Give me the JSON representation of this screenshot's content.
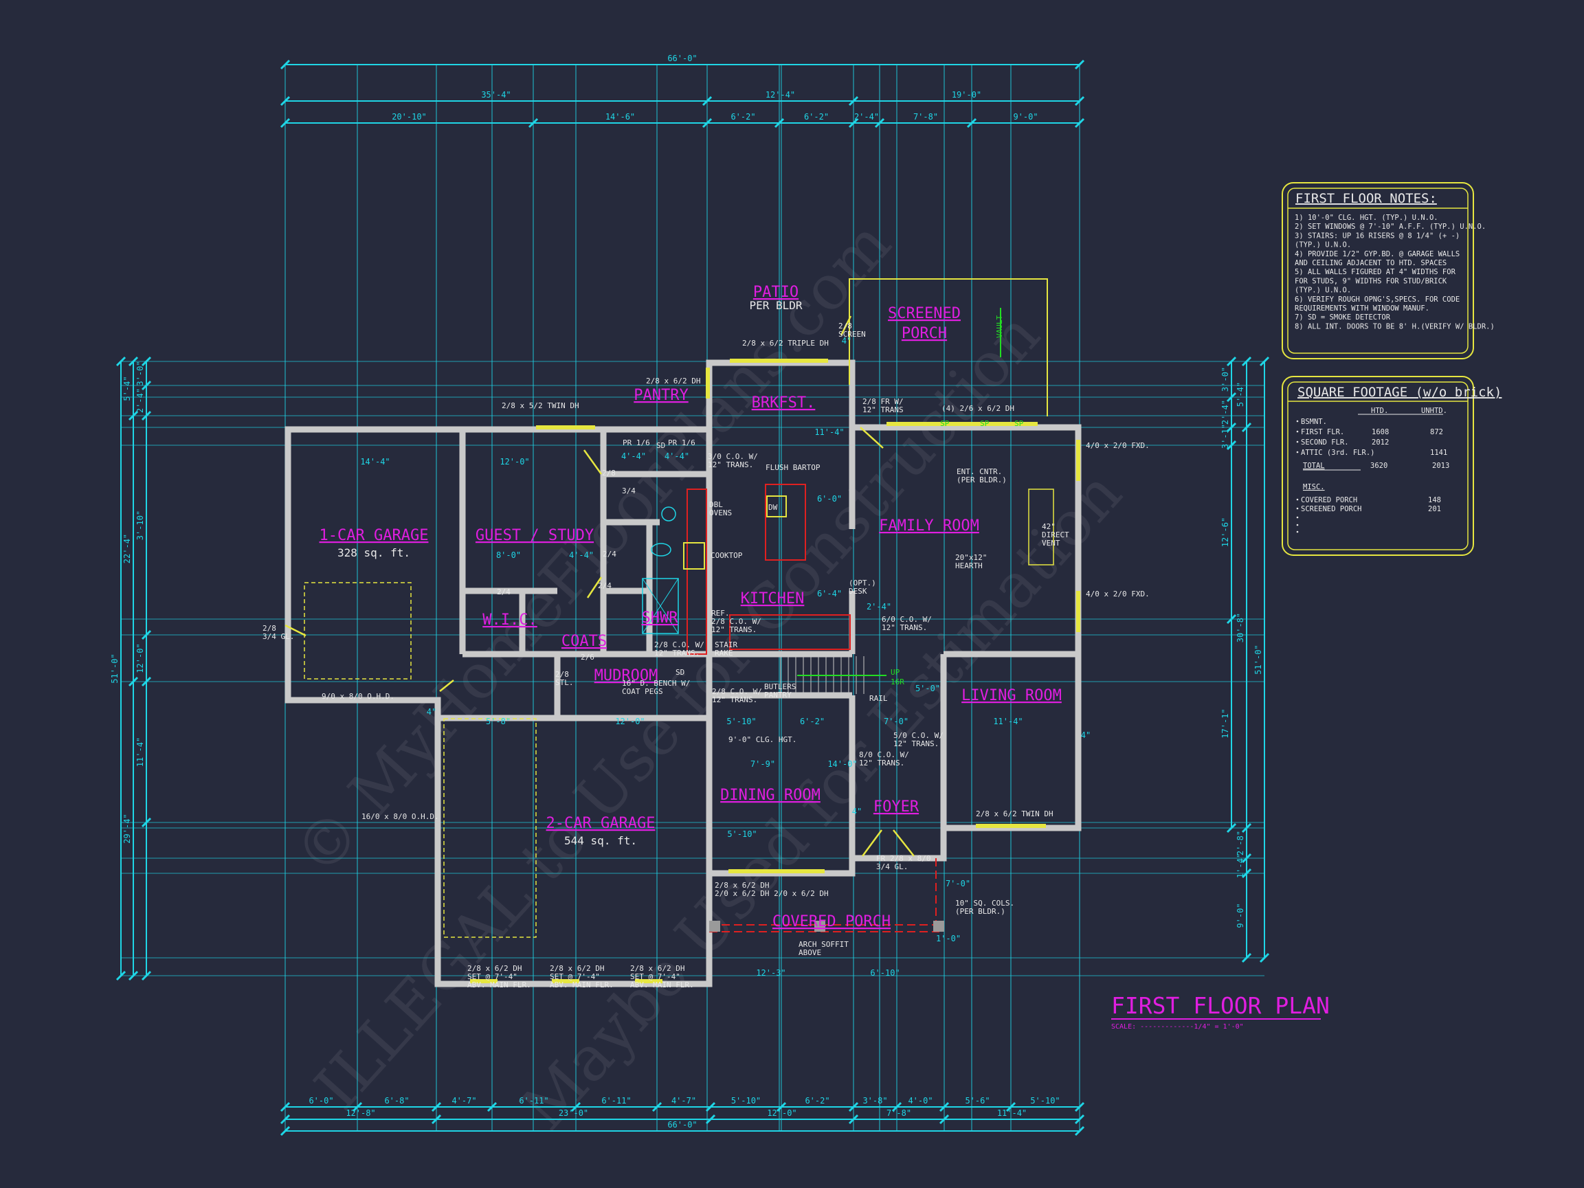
{
  "title": "FIRST FLOOR PLAN",
  "scale": "SCALE: -------------1/4\" = 1'-0\"",
  "colors": {
    "background": "#262a3c",
    "dimension": "#1fd6e6",
    "room_label": "#e01ee0",
    "window_door": "#e6e640",
    "cabinet": "#e02020",
    "stair_arrow": "#22dd22",
    "wall": "#c9c9c9"
  },
  "watermarks": [
    "© MyHomeFloorPlans.com",
    "ILLEGAL to Use for Construction",
    "Maybe Used for Estimation"
  ],
  "rooms": [
    {
      "name": "1-CAR GARAGE",
      "sub": "328 sq. ft."
    },
    {
      "name": "GUEST / STUDY"
    },
    {
      "name": "PATIO",
      "sub": "PER BLDR"
    },
    {
      "name": "SCREENED"
    },
    {
      "name": "PORCH"
    },
    {
      "name": "BRKFST."
    },
    {
      "name": "FAMILY ROOM"
    },
    {
      "name": "KITCHEN"
    },
    {
      "name": "LIVING ROOM"
    },
    {
      "name": "DINING ROOM"
    },
    {
      "name": "FOYER"
    },
    {
      "name": "2-CAR GARAGE",
      "sub": "544 sq. ft."
    },
    {
      "name": "COVERED PORCH"
    },
    {
      "name": "MUDROOM"
    },
    {
      "name": "W.I.C."
    },
    {
      "name": "COATS"
    },
    {
      "name": "SHWR"
    },
    {
      "name": "PANTRY"
    }
  ],
  "annotations": [
    {
      "lines": [
        "2/8 x 6/2 TRIPLE DH"
      ]
    },
    {
      "lines": [
        "2/8",
        "SCREEN"
      ]
    },
    {
      "lines": [
        "2/8 x 6/2 DH"
      ]
    },
    {
      "lines": [
        "2/8 x 5/2 TWIN DH"
      ]
    },
    {
      "lines": [
        "2/8 FR W/",
        "12\" TRANS"
      ]
    },
    {
      "lines": [
        "(4) 2/6 x 6/2 DH"
      ]
    },
    {
      "lines": [
        "4/0 x 2/0 FXD."
      ]
    },
    {
      "lines": [
        "4/0 x 2/0 FXD."
      ]
    },
    {
      "lines": [
        "3/0 C.O. W/",
        "12\" TRANS."
      ]
    },
    {
      "lines": [
        "FLUSH BARTOP"
      ]
    },
    {
      "lines": [
        "DBL",
        "OVENS"
      ]
    },
    {
      "lines": [
        "COOKTOP"
      ]
    },
    {
      "lines": [
        "ENT. CNTR.",
        "(PER BLDR.)"
      ]
    },
    {
      "lines": [
        "42\"",
        "DIRECT",
        "VENT"
      ]
    },
    {
      "lines": [
        "20\"x12\"",
        "HEARTH"
      ]
    },
    {
      "lines": [
        "(OPT.)",
        "DESK"
      ]
    },
    {
      "lines": [
        "REF.",
        "2/8 C.O. W/",
        "12\" TRANS."
      ]
    },
    {
      "lines": [
        "6/0 C.O. W/",
        "12\" TRANS."
      ]
    },
    {
      "lines": [
        "2/8 C.O. W/",
        "12\" TRANS."
      ]
    },
    {
      "lines": [
        "STAIR",
        "RAKE"
      ]
    },
    {
      "lines": [
        "2/8 C.O. W/",
        "12\" TRANS."
      ]
    },
    {
      "lines": [
        "BUTLERS",
        "PANTRY"
      ]
    },
    {
      "lines": [
        "RAIL"
      ]
    },
    {
      "lines": [
        "9'-0\" CLG. HGT."
      ]
    },
    {
      "lines": [
        "5/0 C.O. W/",
        "12\" TRANS."
      ]
    },
    {
      "lines": [
        "8/0 C.O. W/",
        "12\" TRANS."
      ]
    },
    {
      "lines": [
        "2/8 x 6/2 TWIN DH"
      ]
    },
    {
      "lines": [
        "FR 2/8 x 8/0",
        "3/4 GL."
      ]
    },
    {
      "lines": [
        "2/8 x 6/2 DH",
        "2/0 x 6/2 DH   2/0 x 6/2 DH"
      ]
    },
    {
      "lines": [
        "10\" SQ. COLS.",
        "(PER BLDR.)"
      ]
    },
    {
      "lines": [
        "ARCH SOFFIT",
        "ABOVE"
      ]
    },
    {
      "lines": [
        "2/8 x 6/2 DH",
        "SET @ 7'-4\"",
        "ABV. MAIN FLR."
      ]
    },
    {
      "lines": [
        "2/8 x 6/2 DH",
        "SET @ 7'-4\"",
        "ABV. MAIN FLR."
      ]
    },
    {
      "lines": [
        "2/8 x 6/2 DH",
        "SET @ 7'-4\"",
        "ABV. MAIN FLR."
      ]
    },
    {
      "lines": [
        "9/0 x 8/0 O.H.D."
      ]
    },
    {
      "lines": [
        "16/0 x 8/0 O.H.D."
      ]
    },
    {
      "lines": [
        "2/8",
        "3/4 GL."
      ]
    },
    {
      "lines": [
        "16\" D. BENCH W/",
        "COAT PEGS"
      ]
    },
    {
      "lines": [
        "2/8",
        "STL."
      ]
    },
    {
      "lines": [
        "PR 1/6"
      ]
    },
    {
      "lines": [
        "PR 1/6"
      ]
    },
    {
      "lines": [
        "SD"
      ]
    },
    {
      "lines": [
        "SD"
      ]
    },
    {
      "lines": [
        "DW"
      ]
    },
    {
      "lines": [
        "2/8"
      ]
    },
    {
      "lines": [
        "3/4"
      ]
    },
    {
      "lines": [
        "2/4"
      ]
    },
    {
      "lines": [
        "2/4"
      ]
    },
    {
      "lines": [
        "2/4"
      ]
    },
    {
      "lines": [
        "2/6"
      ]
    }
  ],
  "green_labels": [
    {
      "lines": [
        "UP",
        "16R"
      ]
    },
    {
      "lines": [
        "VAULT"
      ]
    },
    {
      "lines": [
        "SP"
      ]
    },
    {
      "lines": [
        "SP"
      ]
    },
    {
      "lines": [
        "SP"
      ]
    }
  ],
  "interior_dims": [
    "14'-4\"",
    "12'-0\"",
    "8'-0\"",
    "4'-4\"",
    "5'-8\"",
    "12'-0\"",
    "5'-10\"",
    "6'-2\"",
    "7'-0\"",
    "11'-4\"",
    "12'-3\"",
    "6'-10\"",
    "5'-0\"",
    "11'-4\"",
    "6'-0\"",
    "6'-4\"",
    "4'-4\"",
    "4'-4\"",
    "1'-0\"",
    "14'-0\"",
    "7'-0\"",
    "5'-10\"",
    "7'-9\"",
    "2'-4\"",
    "4\"",
    "4\"",
    "4\"",
    "4\""
  ],
  "dimensions": {
    "top": [
      [
        "66'-0\""
      ],
      [
        "35'-4\"",
        "12'-4\"",
        "19'-0\""
      ],
      [
        "20'-10\"",
        "14'-6\"",
        "6'-2\"",
        "6'-2\"",
        "2'-4\"",
        "7'-8\"",
        "9'-0\""
      ]
    ],
    "bottom": [
      [
        "6'-0\"",
        "6'-8\"",
        "4'-7\"",
        "6'-11\"",
        "6'-11\"",
        "4'-7\"",
        "5'-10\"",
        "6'-2\"",
        "3'-8\"",
        "4'-0\"",
        "5'-6\"",
        "5'-10\""
      ],
      [
        "12'-8\"",
        "23'-0\"",
        "12'-0\"",
        "7'-8\"",
        "11'-4\""
      ],
      [
        "66'-0\""
      ]
    ],
    "left": [
      [
        "51'-0\""
      ],
      [
        "5'-4\"",
        "22'-4\"",
        "29'-4\""
      ],
      [
        "3'-0\"",
        "2'-4\"",
        "3'-10\"",
        "12'-0\"",
        "11'-4\""
      ]
    ],
    "right": [
      [
        "3'-0\"",
        "2'-4\"",
        "3'-1\"",
        "12'-6\"",
        "17'-1\""
      ],
      [
        "5'-4\"",
        "30'-8\"",
        "2'-8\"",
        "1'-4\"",
        "9'-0\""
      ],
      [
        "51'-0\""
      ]
    ]
  },
  "notes": {
    "title": "FIRST FLOOR NOTES:",
    "items": [
      "1) 10'-0\"  CLG. HGT. (TYP.) U.N.O.",
      "2) SET WINDOWS @ 7'-10\" A.F.F. (TYP.) U.N.O.",
      "3) STAIRS: UP 16 RISERS @ 8 1/4\" (+ -)",
      "   (TYP.) U.N.O.",
      "4) PROVIDE 1/2\" GYP.BD. @ GARAGE WALLS",
      "   AND CEILING ADJACENT TO HTD. SPACES",
      "5) ALL WALLS FIGURED AT 4\" WIDTHS FOR",
      "   FOR STUDS, 9\" WIDTHS FOR STUD/BRICK",
      "   (TYP.) U.N.O.",
      "6) VERIFY ROUGH OPNG'S,SPECS. FOR CODE",
      "   REQUIREMENTS WITH WINDOW MANUF.",
      "7) SD = SMOKE DETECTOR",
      "8) ALL INT. DOORS TO BE 8' H.(VERIFY W/ BLDR.)"
    ]
  },
  "square_footage": {
    "title": "SQUARE FOOTAGE (w/o brick)",
    "headers": [
      "HTD.",
      "UNHTD."
    ],
    "rows": [
      {
        "label": "BSMNT.",
        "htd": "",
        "unhtd": ""
      },
      {
        "label": "FIRST FLR.",
        "htd": "1608",
        "unhtd": "872"
      },
      {
        "label": "SECOND FLR.",
        "htd": "2012",
        "unhtd": ""
      },
      {
        "label": "ATTIC (3rd. FLR.)",
        "htd": "",
        "unhtd": "1141"
      }
    ],
    "total": {
      "label": "TOTAL",
      "htd": "3620",
      "unhtd": "2013"
    },
    "misc_title": "MISC.",
    "misc": [
      {
        "label": "COVERED PORCH",
        "unhtd": "148"
      },
      {
        "label": "SCREENED PORCH",
        "unhtd": "201"
      }
    ]
  }
}
